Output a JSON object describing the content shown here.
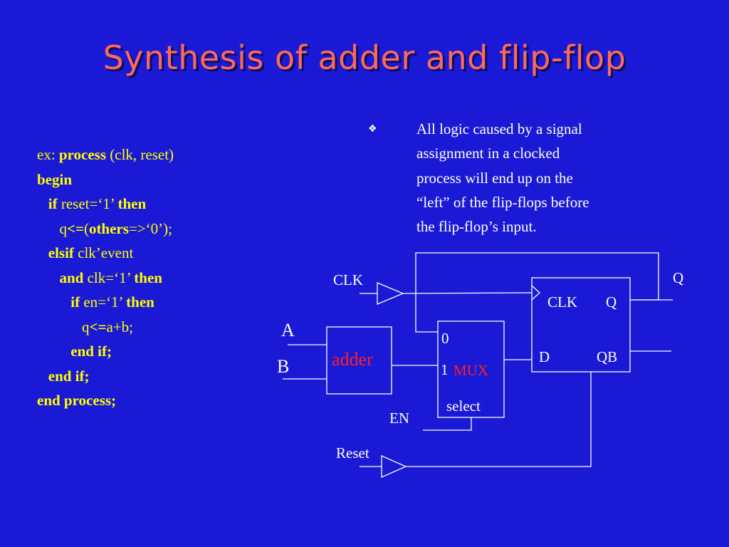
{
  "slide": {
    "title": "Synthesis of adder and flip-flop"
  },
  "code": {
    "lines": [
      [
        {
          "t": "ex: ",
          "b": false
        },
        {
          "t": "process",
          "b": true
        },
        {
          "t": " (clk, reset)",
          "b": false
        }
      ],
      [
        {
          "t": "begin",
          "b": true
        }
      ],
      [
        {
          "t": "   ",
          "b": false
        },
        {
          "t": "if",
          "b": true
        },
        {
          "t": " reset=‘1’ ",
          "b": false
        },
        {
          "t": "then",
          "b": true
        }
      ],
      [
        {
          "t": "      q",
          "b": false
        },
        {
          "t": "<=",
          "b": true
        },
        {
          "t": "(",
          "b": false
        },
        {
          "t": "others",
          "b": true
        },
        {
          "t": "=>‘0’);",
          "b": false
        }
      ],
      [
        {
          "t": "   ",
          "b": false
        },
        {
          "t": "elsif",
          "b": true
        },
        {
          "t": " clk’event",
          "b": false
        }
      ],
      [
        {
          "t": "      ",
          "b": false
        },
        {
          "t": "and",
          "b": true
        },
        {
          "t": " clk=‘1’ ",
          "b": false
        },
        {
          "t": "then",
          "b": true
        }
      ],
      [
        {
          "t": "         ",
          "b": false
        },
        {
          "t": "if",
          "b": true
        },
        {
          "t": " en=‘1’ ",
          "b": false
        },
        {
          "t": "then",
          "b": true
        }
      ],
      [
        {
          "t": "            q",
          "b": false
        },
        {
          "t": "<=",
          "b": true
        },
        {
          "t": "a+b;",
          "b": false
        }
      ],
      [
        {
          "t": "         ",
          "b": false
        },
        {
          "t": "end if;",
          "b": true
        }
      ],
      [
        {
          "t": "   ",
          "b": false
        },
        {
          "t": "end if;",
          "b": true
        }
      ],
      [
        {
          "t": "end process;",
          "b": true
        }
      ]
    ]
  },
  "bullet": {
    "mark": "❖",
    "lines": [
      "All logic caused by a signal",
      "assignment in a clocked",
      "process will end up on the",
      "“left” of the flip-flops before",
      "the flip-flop’s input."
    ]
  },
  "diagram": {
    "clk_input": "CLK",
    "input_a": "A",
    "input_b": "B",
    "adder": "adder",
    "mux_in0": "0",
    "mux_in1": "1",
    "mux": "MUX",
    "mux_select": "select",
    "en": "EN",
    "reset": "Reset",
    "ff_clk": "CLK",
    "ff_q": "Q",
    "ff_d": "D",
    "ff_qb": "QB",
    "q_out": "Q"
  },
  "colors": {
    "background": "#1a1ad6",
    "title": "#ff6a57",
    "code": "#ffff00",
    "text": "#ffffff",
    "adder_label": "#ff2020",
    "mux_label": "#ff2020"
  }
}
